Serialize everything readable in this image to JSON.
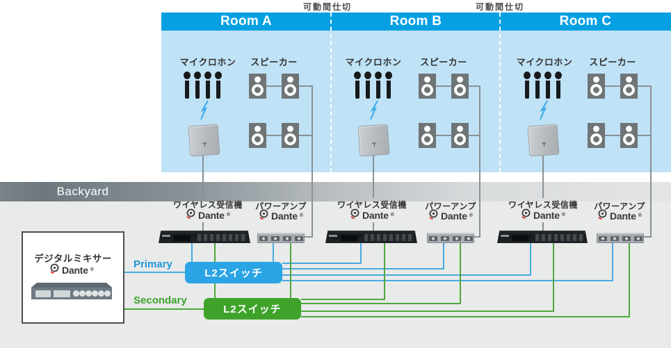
{
  "diagram": {
    "partition_labels": [
      "可動間仕切",
      "可動間仕切"
    ],
    "backyard_label": "Backyard",
    "rooms": [
      {
        "label": "Room A",
        "mic_label": "マイクロホン",
        "speaker_label": "スピーカー"
      },
      {
        "label": "Room B",
        "mic_label": "マイクロホン",
        "speaker_label": "スピーカー"
      },
      {
        "label": "Room C",
        "mic_label": "マイクロホン",
        "speaker_label": "スピーカー"
      }
    ],
    "equipment": {
      "receiver_label": "ワイヤレス受信機",
      "amp_label": "パワーアンプ",
      "brand": "Dante",
      "brand_reg": "®"
    },
    "mixer": {
      "label": "デジタルミキサー",
      "brand": "Dante",
      "brand_reg": "®"
    },
    "network": {
      "primary_label": "Primary",
      "secondary_label": "Secondary",
      "primary_switch_label": "L2スイッチ",
      "secondary_switch_label": "L2スイッチ",
      "primary_color": "#45AAE2",
      "secondary_color": "#4DA83C",
      "wire_gray": "#8A9094"
    },
    "colors": {
      "room_header": "#05A0E2",
      "room_body": "#BFE2F6",
      "switch_primary": "#2AA4E5",
      "switch_secondary": "#3FA32B",
      "backyard_band_dark": "#6E777D",
      "backyard_band_light": "#E4E5E5"
    }
  }
}
